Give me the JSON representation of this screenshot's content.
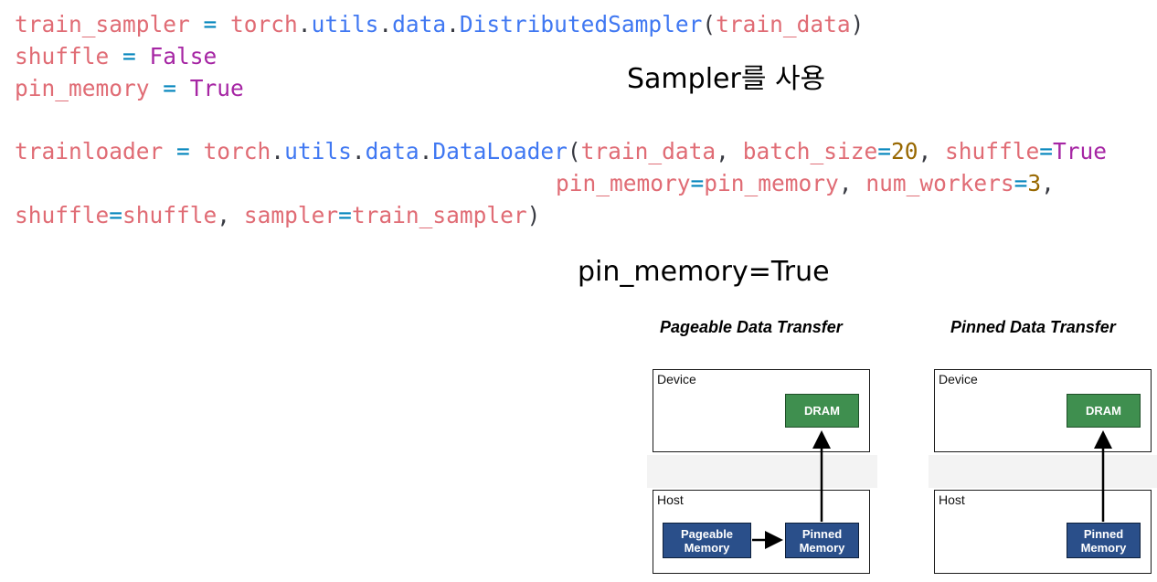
{
  "code": {
    "line1": {
      "var": "train_sampler",
      "op": " = ",
      "mod1": "torch",
      "dot1": ".",
      "mod2": "utils",
      "dot2": ".",
      "mod3": "data",
      "dot3": ".",
      "cls": "DistributedSampler",
      "open": "(",
      "arg": "train_data",
      "close": ")"
    },
    "line2": {
      "var": "shuffle",
      "op": " = ",
      "val": "False"
    },
    "line3": {
      "var": "pin_memory",
      "op": " = ",
      "val": "True"
    },
    "line5": {
      "var": "trainloader",
      "op": " = ",
      "mod1": "torch",
      "dot1": ".",
      "mod2": "utils",
      "dot2": ".",
      "mod3": "data",
      "dot3": ".",
      "cls": "DataLoader",
      "open": "(",
      "a1": "train_data",
      "sep1": ", ",
      "k1": "batch_size",
      "eq1": "=",
      "v1": "20",
      "sep2": ", ",
      "k2": "shuffle",
      "eq2": "=",
      "v2": "True"
    },
    "line6": {
      "k1": "pin_memory",
      "eq1": "=",
      "v1": "pin_memory",
      "sep1": ", ",
      "k2": "num_workers",
      "eq2": "=",
      "v2": "3",
      "sep2": ","
    },
    "line7": {
      "k1": "shuffle",
      "eq1": "=",
      "v1": "shuffle",
      "sep1": ", ",
      "k2": "sampler",
      "eq2": "=",
      "v2": "train_sampler",
      "close": ")"
    }
  },
  "captions": {
    "sampler": "Sampler를 사용",
    "pin_memory": "pin_memory=True"
  },
  "diagrams": {
    "pageable": {
      "title": "Pageable Data Transfer",
      "device_label": "Device",
      "host_label": "Host",
      "dram": "DRAM",
      "pageable_memory": [
        "Pageable",
        "Memory"
      ],
      "pinned_memory": [
        "Pinned",
        "Memory"
      ]
    },
    "pinned": {
      "title": "Pinned Data Transfer",
      "device_label": "Device",
      "host_label": "Host",
      "dram": "DRAM",
      "pinned_memory": [
        "Pinned",
        "Memory"
      ]
    }
  },
  "colors": {
    "variable": "#e06c75",
    "module": "#4078f2",
    "keyword": "#a626a4",
    "number": "#986801",
    "operator": "#0184bc",
    "dram": "#3f8f4f",
    "memory": "#2a4f8a"
  }
}
